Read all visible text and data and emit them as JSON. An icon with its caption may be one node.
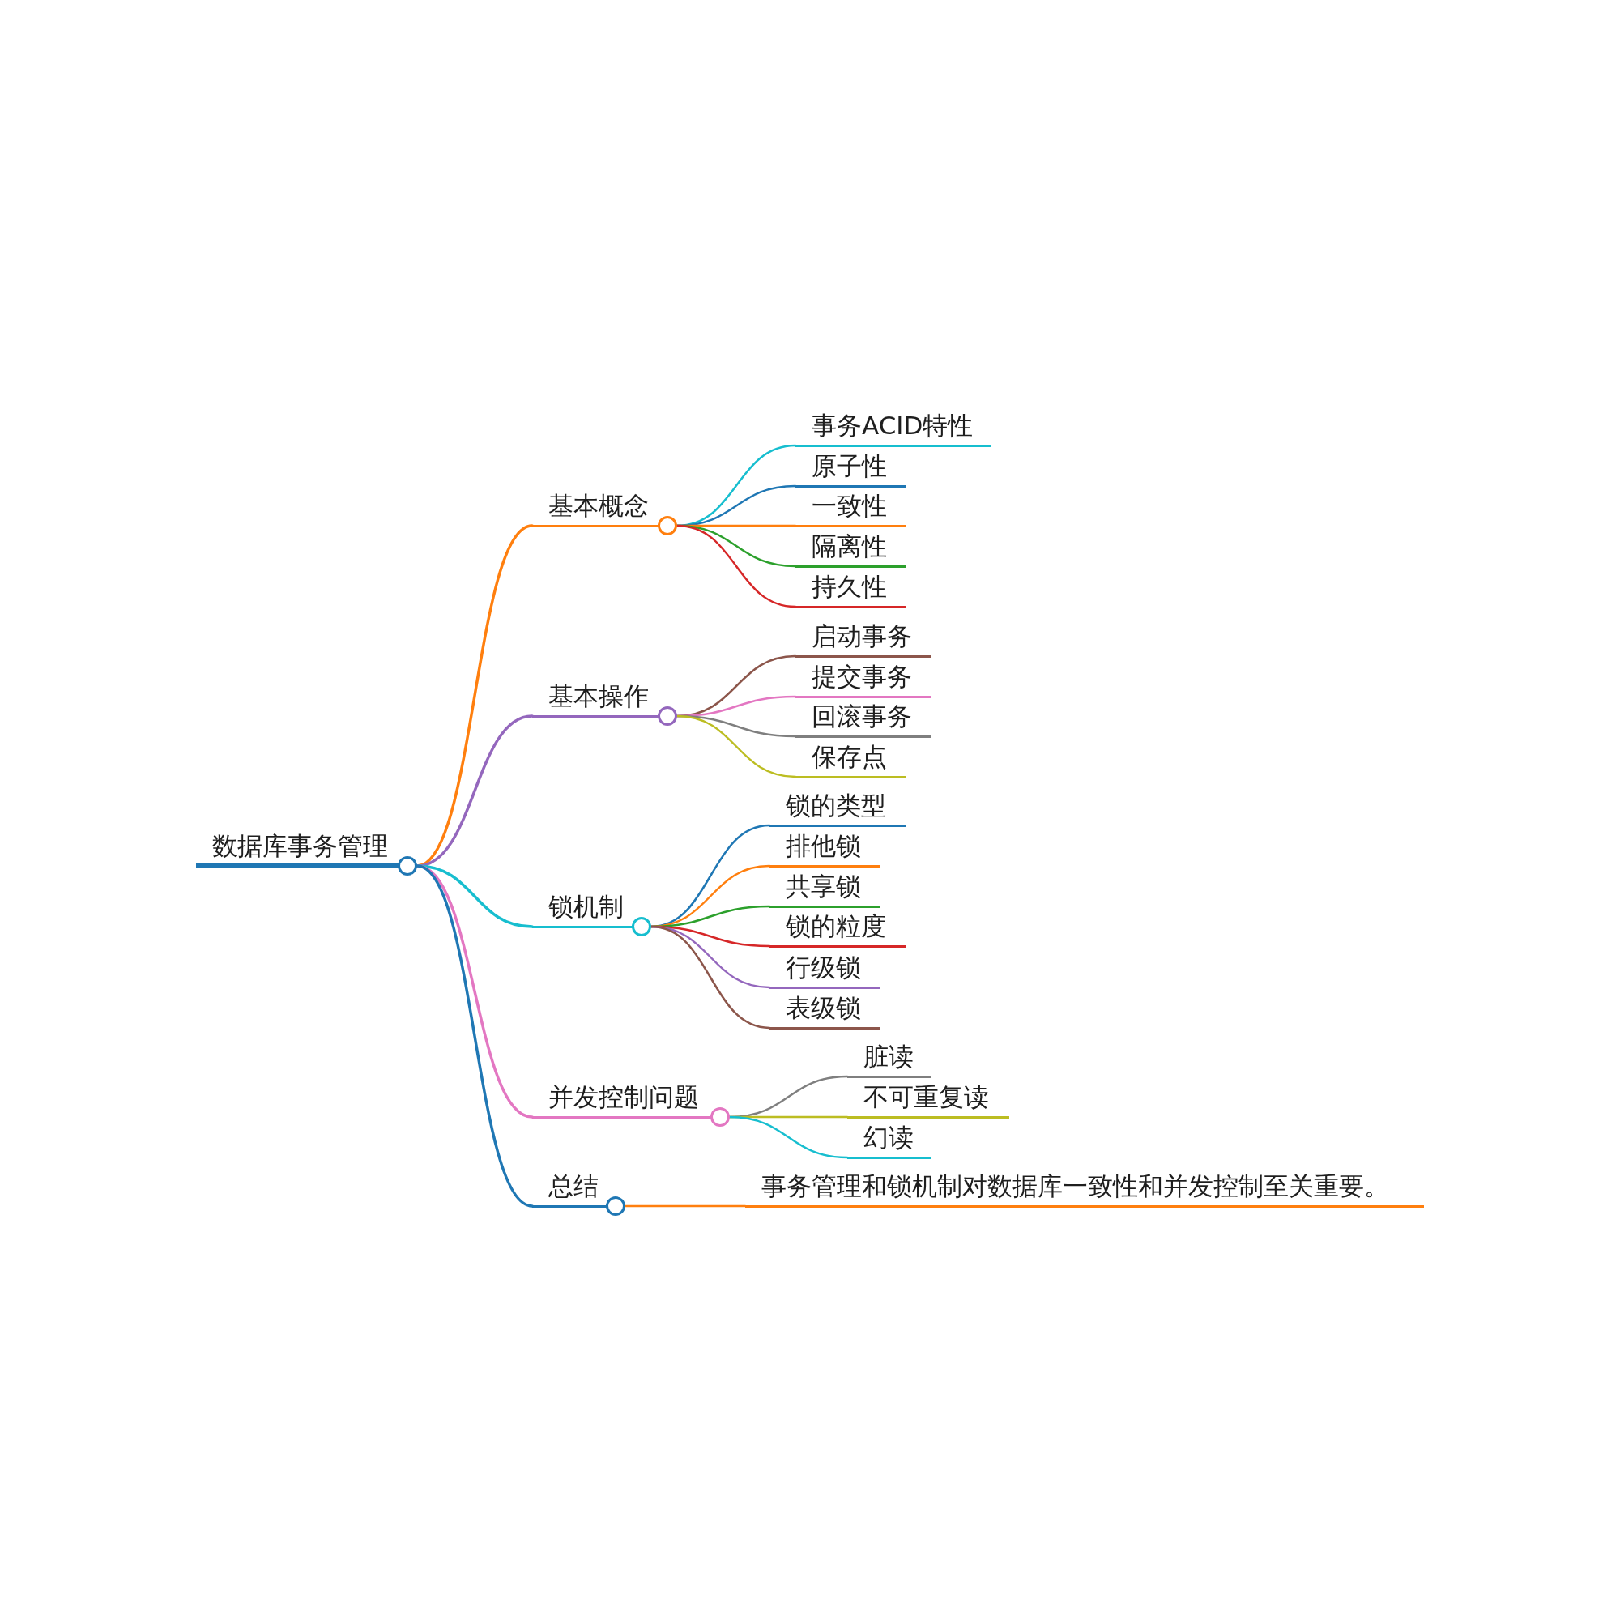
{
  "diagram": {
    "nodes": [
      {
        "text": [
          "数据库事务管理"
        ]
      },
      {
        "text": [
          "基本概念"
        ]
      },
      {
        "text": [
          "事务ACID特性"
        ]
      },
      {
        "text": [
          "原子性"
        ]
      },
      {
        "text": [
          "一致性"
        ]
      },
      {
        "text": [
          "隔离性"
        ]
      },
      {
        "text": [
          "持久性"
        ]
      },
      {
        "text": [
          "基本操作"
        ]
      },
      {
        "text": [
          "启动事务"
        ]
      },
      {
        "text": [
          "提交事务"
        ]
      },
      {
        "text": [
          "回滚事务"
        ]
      },
      {
        "text": [
          "保存点"
        ]
      },
      {
        "text": [
          "锁机制"
        ]
      },
      {
        "text": [
          "锁的类型"
        ]
      },
      {
        "text": [
          "排他锁"
        ]
      },
      {
        "text": [
          "共享锁"
        ]
      },
      {
        "text": [
          "锁的粒度"
        ]
      },
      {
        "text": [
          "行级锁"
        ]
      },
      {
        "text": [
          "表级锁"
        ]
      },
      {
        "text": [
          "并发控制问题"
        ]
      },
      {
        "text": [
          "脏读"
        ]
      },
      {
        "text": [
          "不可重复读"
        ]
      },
      {
        "text": [
          "幻读"
        ]
      },
      {
        "text": [
          "总结"
        ]
      },
      {
        "text": [
          "事务管理和锁机制对数据库一致性和并发控制至关重要。"
        ]
      }
    ],
    "edges": [
      {
        "from": 0,
        "to": 1,
        "arrow": "none",
        "color": "#ff7f0e"
      },
      {
        "from": 1,
        "to": 2,
        "arrow": "none",
        "color": "#17becf"
      },
      {
        "from": 1,
        "to": 3,
        "arrow": "none",
        "color": "#1f77b4"
      },
      {
        "from": 1,
        "to": 4,
        "arrow": "none",
        "color": "#ff7f0e"
      },
      {
        "from": 1,
        "to": 5,
        "arrow": "none",
        "color": "#2ca02c"
      },
      {
        "from": 1,
        "to": 6,
        "arrow": "none",
        "color": "#d62728"
      },
      {
        "from": 0,
        "to": 7,
        "arrow": "none",
        "color": "#9467bd"
      },
      {
        "from": 7,
        "to": 8,
        "arrow": "none",
        "color": "#8c564b"
      },
      {
        "from": 7,
        "to": 9,
        "arrow": "none",
        "color": "#e377c2"
      },
      {
        "from": 7,
        "to": 10,
        "arrow": "none",
        "color": "#7f7f7f"
      },
      {
        "from": 7,
        "to": 11,
        "arrow": "none",
        "color": "#bcbd22"
      },
      {
        "from": 0,
        "to": 12,
        "arrow": "none",
        "color": "#17becf"
      },
      {
        "from": 12,
        "to": 13,
        "arrow": "none",
        "color": "#1f77b4"
      },
      {
        "from": 12,
        "to": 14,
        "arrow": "none",
        "color": "#ff7f0e"
      },
      {
        "from": 12,
        "to": 15,
        "arrow": "none",
        "color": "#2ca02c"
      },
      {
        "from": 12,
        "to": 16,
        "arrow": "none",
        "color": "#d62728"
      },
      {
        "from": 12,
        "to": 17,
        "arrow": "none",
        "color": "#9467bd"
      },
      {
        "from": 12,
        "to": 18,
        "arrow": "none",
        "color": "#8c564b"
      },
      {
        "from": 0,
        "to": 19,
        "arrow": "none",
        "color": "#e377c2"
      },
      {
        "from": 19,
        "to": 20,
        "arrow": "none",
        "color": "#7f7f7f"
      },
      {
        "from": 19,
        "to": 21,
        "arrow": "none",
        "color": "#bcbd22"
      },
      {
        "from": 19,
        "to": 22,
        "arrow": "none",
        "color": "#17becf"
      },
      {
        "from": 0,
        "to": 23,
        "arrow": "none",
        "color": "#1f77b4"
      },
      {
        "from": 23,
        "to": 24,
        "arrow": "none",
        "color": "#ff7f0e"
      }
    ]
  }
}
